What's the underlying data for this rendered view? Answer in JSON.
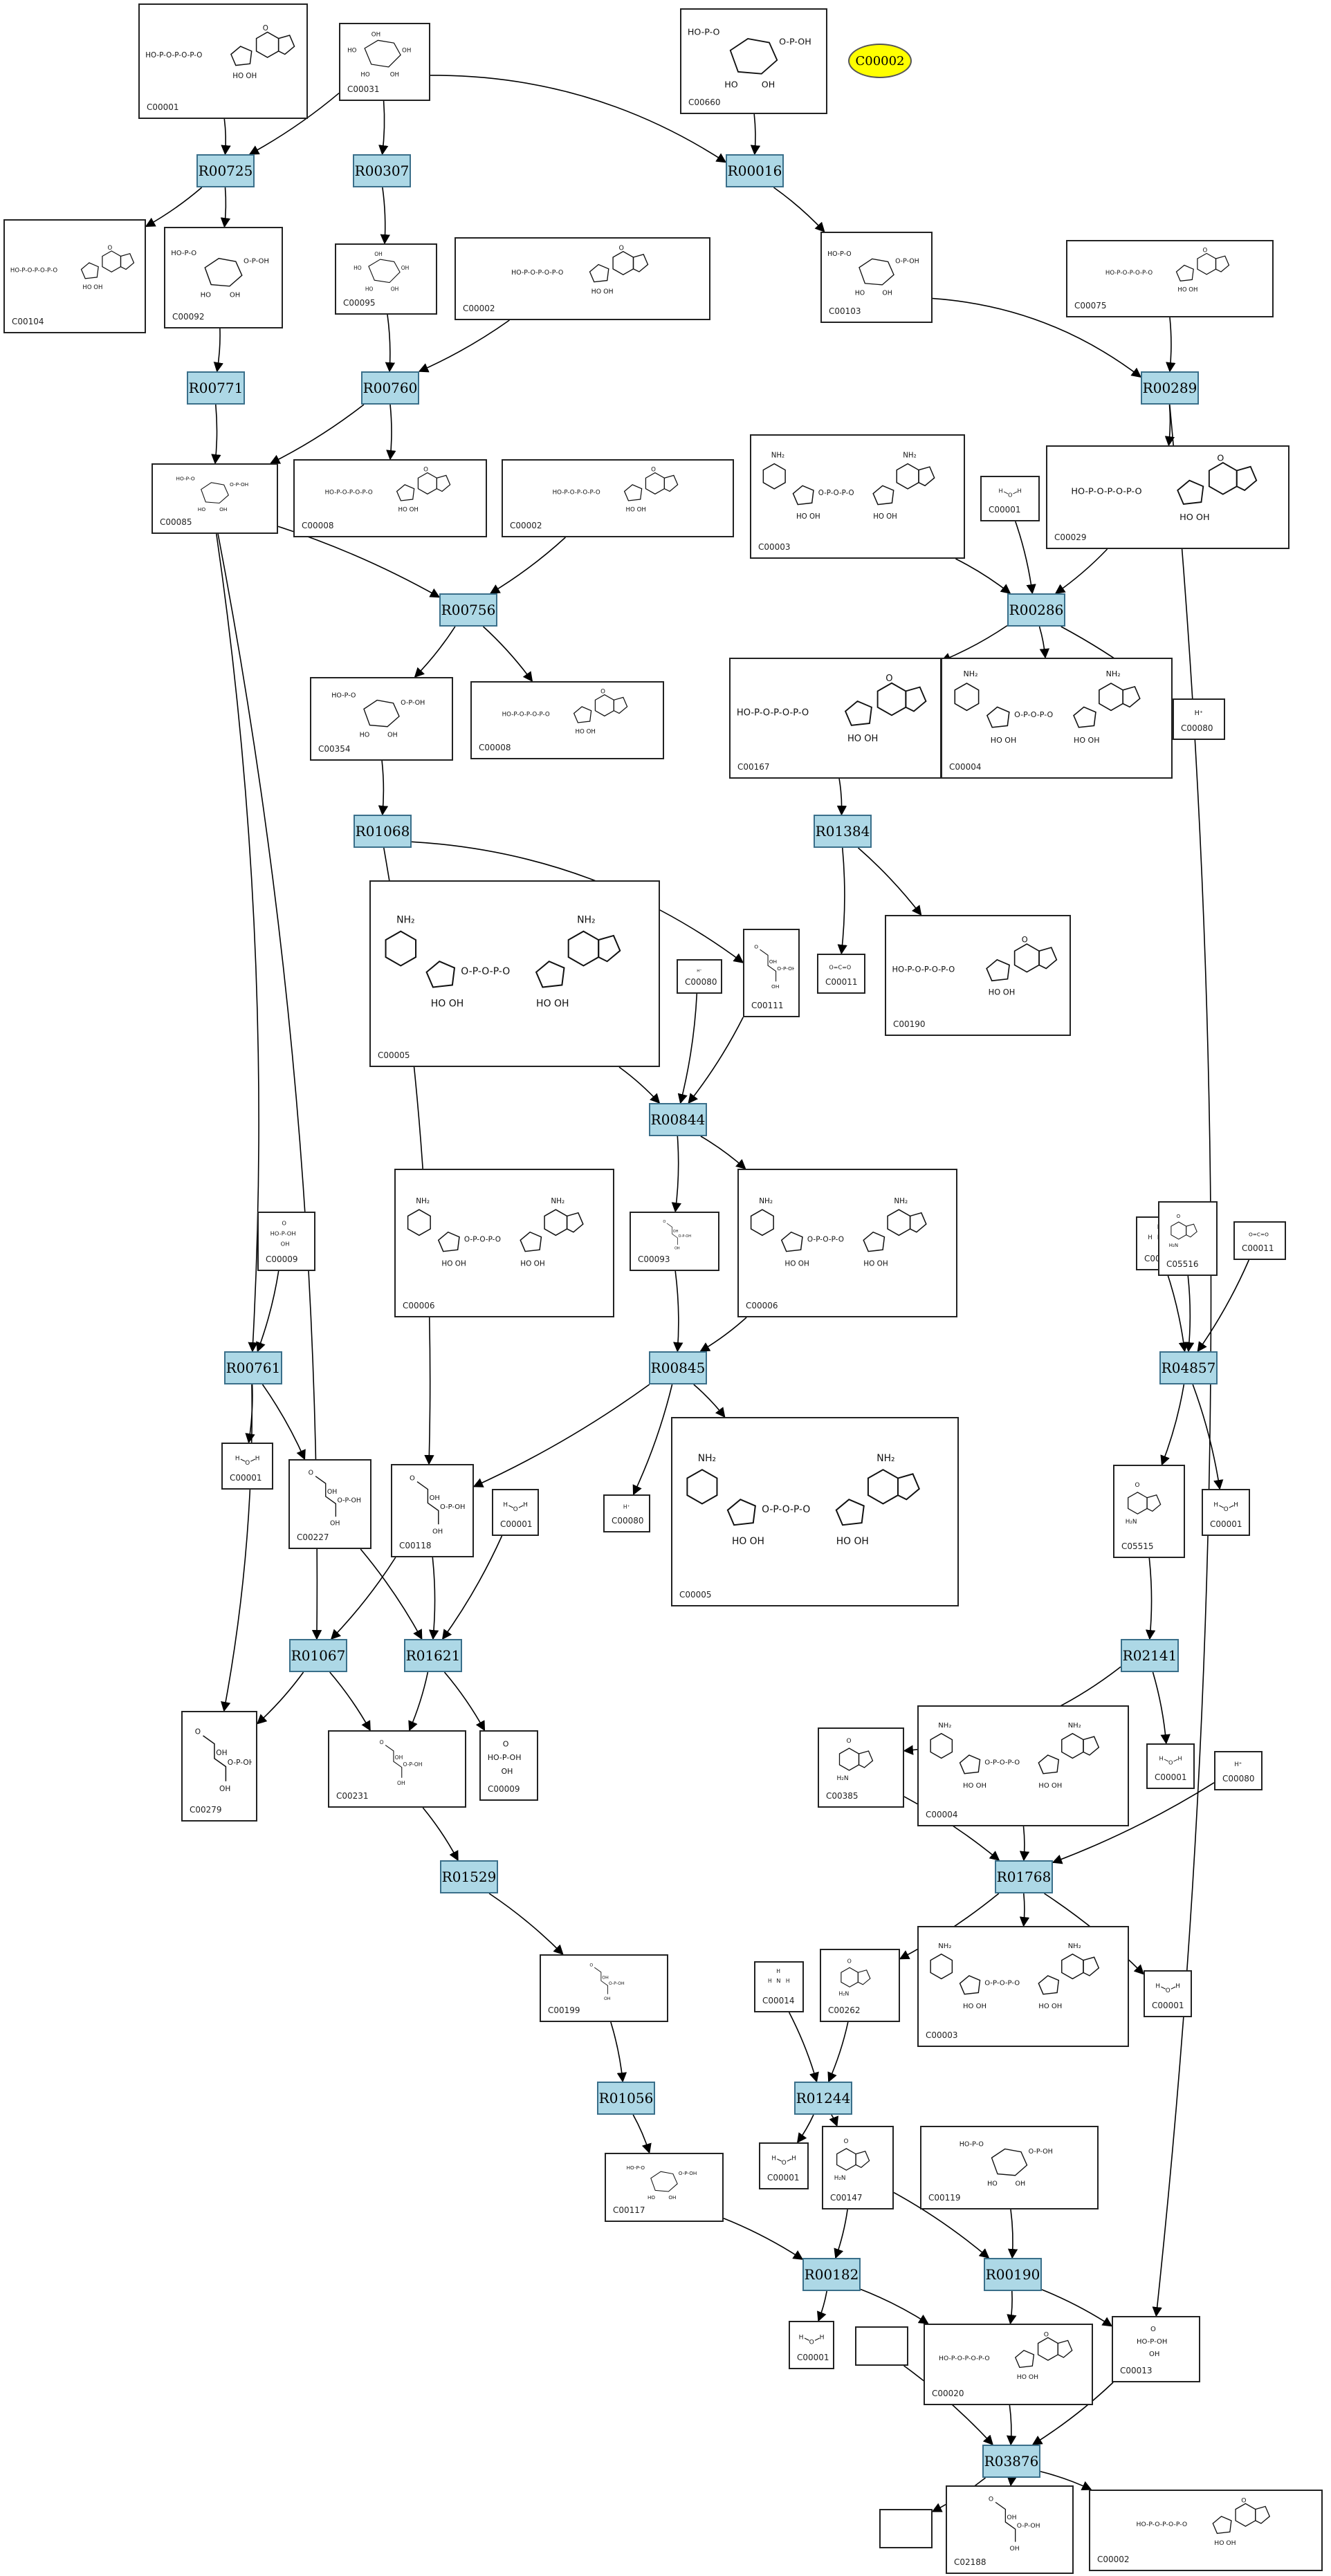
{
  "legend": {
    "label": "C00002",
    "color": "#ffff00"
  },
  "colors": {
    "reaction_fill": "#add8e6",
    "edge": "#000000"
  },
  "reactions": [
    {
      "id": "R00725",
      "label": "R00725"
    },
    {
      "id": "R00307",
      "label": "R00307"
    },
    {
      "id": "R00016",
      "label": "R00016"
    },
    {
      "id": "R00771",
      "label": "R00771"
    },
    {
      "id": "R00760",
      "label": "R00760"
    },
    {
      "id": "R00289",
      "label": "R00289"
    },
    {
      "id": "R00756",
      "label": "R00756"
    },
    {
      "id": "R00286",
      "label": "R00286"
    },
    {
      "id": "R01068",
      "label": "R01068"
    },
    {
      "id": "R01384",
      "label": "R01384"
    },
    {
      "id": "R00844",
      "label": "R00844"
    },
    {
      "id": "R00761",
      "label": "R00761"
    },
    {
      "id": "R00845",
      "label": "R00845"
    },
    {
      "id": "R04857",
      "label": "R04857"
    },
    {
      "id": "R01067",
      "label": "R01067"
    },
    {
      "id": "R01621",
      "label": "R01621"
    },
    {
      "id": "R02141",
      "label": "R02141"
    },
    {
      "id": "R01529",
      "label": "R01529"
    },
    {
      "id": "R01768",
      "label": "R01768"
    },
    {
      "id": "R01056",
      "label": "R01056"
    },
    {
      "id": "R01244",
      "label": "R01244"
    },
    {
      "id": "R00182",
      "label": "R00182"
    },
    {
      "id": "R00190",
      "label": "R00190"
    },
    {
      "id": "R03876",
      "label": "R03876"
    }
  ],
  "compounds": [
    {
      "key": "c00001a",
      "label": "C00001",
      "kind": "nucleotide"
    },
    {
      "key": "c00031",
      "label": "C00031",
      "kind": "sugar"
    },
    {
      "key": "c00660",
      "label": "C00660",
      "kind": "sugarp"
    },
    {
      "key": "c00104",
      "label": "C00104",
      "kind": "nucleotide"
    },
    {
      "key": "c00092",
      "label": "C00092",
      "kind": "sugarp"
    },
    {
      "key": "c00095",
      "label": "C00095",
      "kind": "sugar"
    },
    {
      "key": "c00002a",
      "label": "C00002",
      "kind": "nucleotide"
    },
    {
      "key": "c00103",
      "label": "C00103",
      "kind": "sugarp"
    },
    {
      "key": "c00075",
      "label": "C00075",
      "kind": "nucleotide"
    },
    {
      "key": "c00085",
      "label": "C00085",
      "kind": "sugarp"
    },
    {
      "key": "c00008a",
      "label": "C00008",
      "kind": "nucleotide"
    },
    {
      "key": "c00002b",
      "label": "C00002",
      "kind": "nucleotide"
    },
    {
      "key": "c00003a",
      "label": "C00003",
      "kind": "dinucleotide"
    },
    {
      "key": "c00001w1",
      "label": "C00001",
      "kind": "water"
    },
    {
      "key": "c00029",
      "label": "C00029",
      "kind": "nucleotide"
    },
    {
      "key": "c00354",
      "label": "C00354",
      "kind": "sugarp"
    },
    {
      "key": "c00008b",
      "label": "C00008",
      "kind": "nucleotide"
    },
    {
      "key": "c00167",
      "label": "C00167",
      "kind": "nucleotide"
    },
    {
      "key": "c00004a",
      "label": "C00004",
      "kind": "dinucleotide"
    },
    {
      "key": "c00080a",
      "label": "C00080",
      "kind": "proton"
    },
    {
      "key": "c00005a",
      "label": "C00005",
      "kind": "dinucleotide"
    },
    {
      "key": "c00080b",
      "label": "C00080",
      "kind": "proton"
    },
    {
      "key": "c00111",
      "label": "C00111",
      "kind": "small"
    },
    {
      "key": "c00011a",
      "label": "C00011",
      "kind": "co2"
    },
    {
      "key": "c00190",
      "label": "C00190",
      "kind": "nucleotide"
    },
    {
      "key": "c00006a",
      "label": "C00006",
      "kind": "dinucleotide"
    },
    {
      "key": "c00093",
      "label": "C00093",
      "kind": "small"
    },
    {
      "key": "c00006b",
      "label": "C00006",
      "kind": "dinucleotide"
    },
    {
      "key": "c00009a",
      "label": "C00009",
      "kind": "phosphate"
    },
    {
      "key": "c00014a",
      "label": "C00014",
      "kind": "ammonia"
    },
    {
      "key": "c05516",
      "label": "C05516",
      "kind": "ring"
    },
    {
      "key": "c00011b",
      "label": "C00011",
      "kind": "co2"
    },
    {
      "key": "c00001w2",
      "label": "C00001",
      "kind": "water"
    },
    {
      "key": "c00227",
      "label": "C00227",
      "kind": "small"
    },
    {
      "key": "c00118",
      "label": "C00118",
      "kind": "small"
    },
    {
      "key": "c00001w3",
      "label": "C00001",
      "kind": "water"
    },
    {
      "key": "c00080c",
      "label": "C00080",
      "kind": "proton"
    },
    {
      "key": "c00005b",
      "label": "C00005",
      "kind": "dinucleotide"
    },
    {
      "key": "c05515",
      "label": "C05515",
      "kind": "ring"
    },
    {
      "key": "c00001w4",
      "label": "C00001",
      "kind": "water"
    },
    {
      "key": "c00279",
      "label": "C00279",
      "kind": "small"
    },
    {
      "key": "c00231",
      "label": "C00231",
      "kind": "small"
    },
    {
      "key": "c00009b",
      "label": "C00009",
      "kind": "phosphate"
    },
    {
      "key": "c00385",
      "label": "C00385",
      "kind": "ring"
    },
    {
      "key": "c00004b",
      "label": "C00004",
      "kind": "dinucleotide"
    },
    {
      "key": "c00001w5",
      "label": "C00001",
      "kind": "water"
    },
    {
      "key": "c00080d",
      "label": "C00080",
      "kind": "proton"
    },
    {
      "key": "c00199",
      "label": "C00199",
      "kind": "small"
    },
    {
      "key": "c00014b",
      "label": "C00014",
      "kind": "ammonia"
    },
    {
      "key": "c00262",
      "label": "C00262",
      "kind": "ring"
    },
    {
      "key": "c00003b",
      "label": "C00003",
      "kind": "dinucleotide"
    },
    {
      "key": "c00001w6",
      "label": "C00001",
      "kind": "water"
    },
    {
      "key": "c00117",
      "label": "C00117",
      "kind": "sugarp"
    },
    {
      "key": "c00001w7",
      "label": "C00001",
      "kind": "water"
    },
    {
      "key": "c00147",
      "label": "C00147",
      "kind": "ring"
    },
    {
      "key": "c00119",
      "label": "C00119",
      "kind": "sugarp"
    },
    {
      "key": "c00001w8",
      "label": "C00001",
      "kind": "water"
    },
    {
      "key": "c00020",
      "label": "C00020",
      "kind": "nucleotide"
    },
    {
      "key": "c00013",
      "label": "C00013",
      "kind": "phosphate"
    },
    {
      "key": "empty1",
      "label": "",
      "kind": "empty"
    },
    {
      "key": "empty2",
      "label": "",
      "kind": "empty"
    },
    {
      "key": "c02188",
      "label": "C02188",
      "kind": "small"
    },
    {
      "key": "c00002c",
      "label": "C00002",
      "kind": "nucleotide"
    }
  ]
}
